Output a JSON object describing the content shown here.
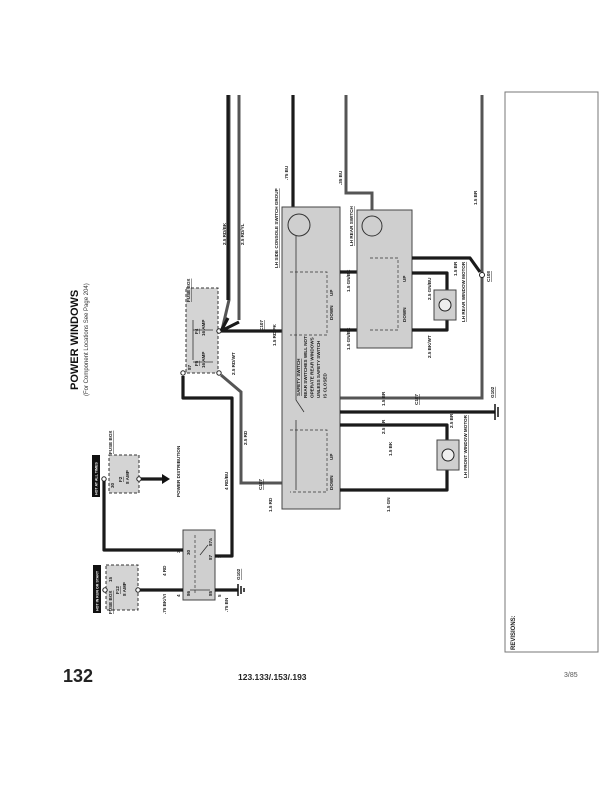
{
  "title": "POWER WINDOWS",
  "subtitle": "(For Component Locations See Page 204)",
  "power_labels": {
    "hot_run_start": "HOT IN RUN OR START",
    "hot_all_times": "HOT AT ALL TIMES"
  },
  "fuse_box_label": "FUSE BOX",
  "fuses": {
    "f12": {
      "name": "F12",
      "rating": "8 AMP",
      "pin": "15"
    },
    "f2": {
      "name": "F2",
      "rating": "8 AMP",
      "pin": "30"
    },
    "f4": {
      "name": "F4",
      "rating": "16 AMP"
    },
    "f5": {
      "name": "F5",
      "rating": "16 AMP",
      "pin": "87"
    }
  },
  "power_distribution": "POWER DISTRIBUTION",
  "relay_pins": [
    "30",
    "86",
    "85",
    "87",
    "87a",
    "3",
    "4",
    "5",
    "1"
  ],
  "wires": {
    "w_75bkvi": ".75 BK/VI",
    "w_4rd": "4 RD",
    "w_75bn": ".75 BN",
    "w_4rdbu": "4 RD/BU",
    "w_25rd": "2.5 RD",
    "w_25rdwt": "2.5 RD/WT",
    "w_25rdbk": "2.5 RD/BK",
    "w_25rdyl": "2.5 RD/YL",
    "w_15rdpk": "1.5 RD/PK",
    "w_15rd": "1.5 RD",
    "w_75bu": ".75 BU",
    "w_35bu": ".35 BU",
    "w_15gnbk_a": "1.5 GN/BK",
    "w_15gnbk_b": "1.5 GN/BK",
    "w_25gnbu": "2.5 GN/BU",
    "w_25bkwt": "2.5 BK/WT",
    "w_15br": "1.5 BR",
    "w_15br2": "1.5 BR",
    "w_15br3": "1.5 BR",
    "w_25br": "2.5 BR",
    "w_25br2": "2.5 BR",
    "w_15bk": "1.5 BK",
    "w_15gn": "1.5 GN"
  },
  "connectors": {
    "c107a": "C107",
    "c107b": "C107",
    "c107c": "C107",
    "c108": "C108",
    "g102a": "G102",
    "g102b": "G102"
  },
  "components": {
    "console_switch": "LH SIDE CONSOLE SWITCH GROUP",
    "rear_switch": "LH REAR SWITCH",
    "safety_switch": "SAFETY SWITCH",
    "safety_note": [
      "REAR SWITCHES WILL NOT",
      "OPERATE REAR WINDOWS",
      "UNLESS SAFETY SWITCH",
      "IS CLOSED"
    ],
    "rear_motor": "LH REAR WINDOW MOTOR",
    "front_motor": "LH FRONT WINDOW MOTOR",
    "up": "UP",
    "down": "DOWN"
  },
  "revisions_label": "REVISIONS:",
  "footer": {
    "page_number": "132",
    "models": "123.133/.153/.193",
    "date": "3/85"
  }
}
